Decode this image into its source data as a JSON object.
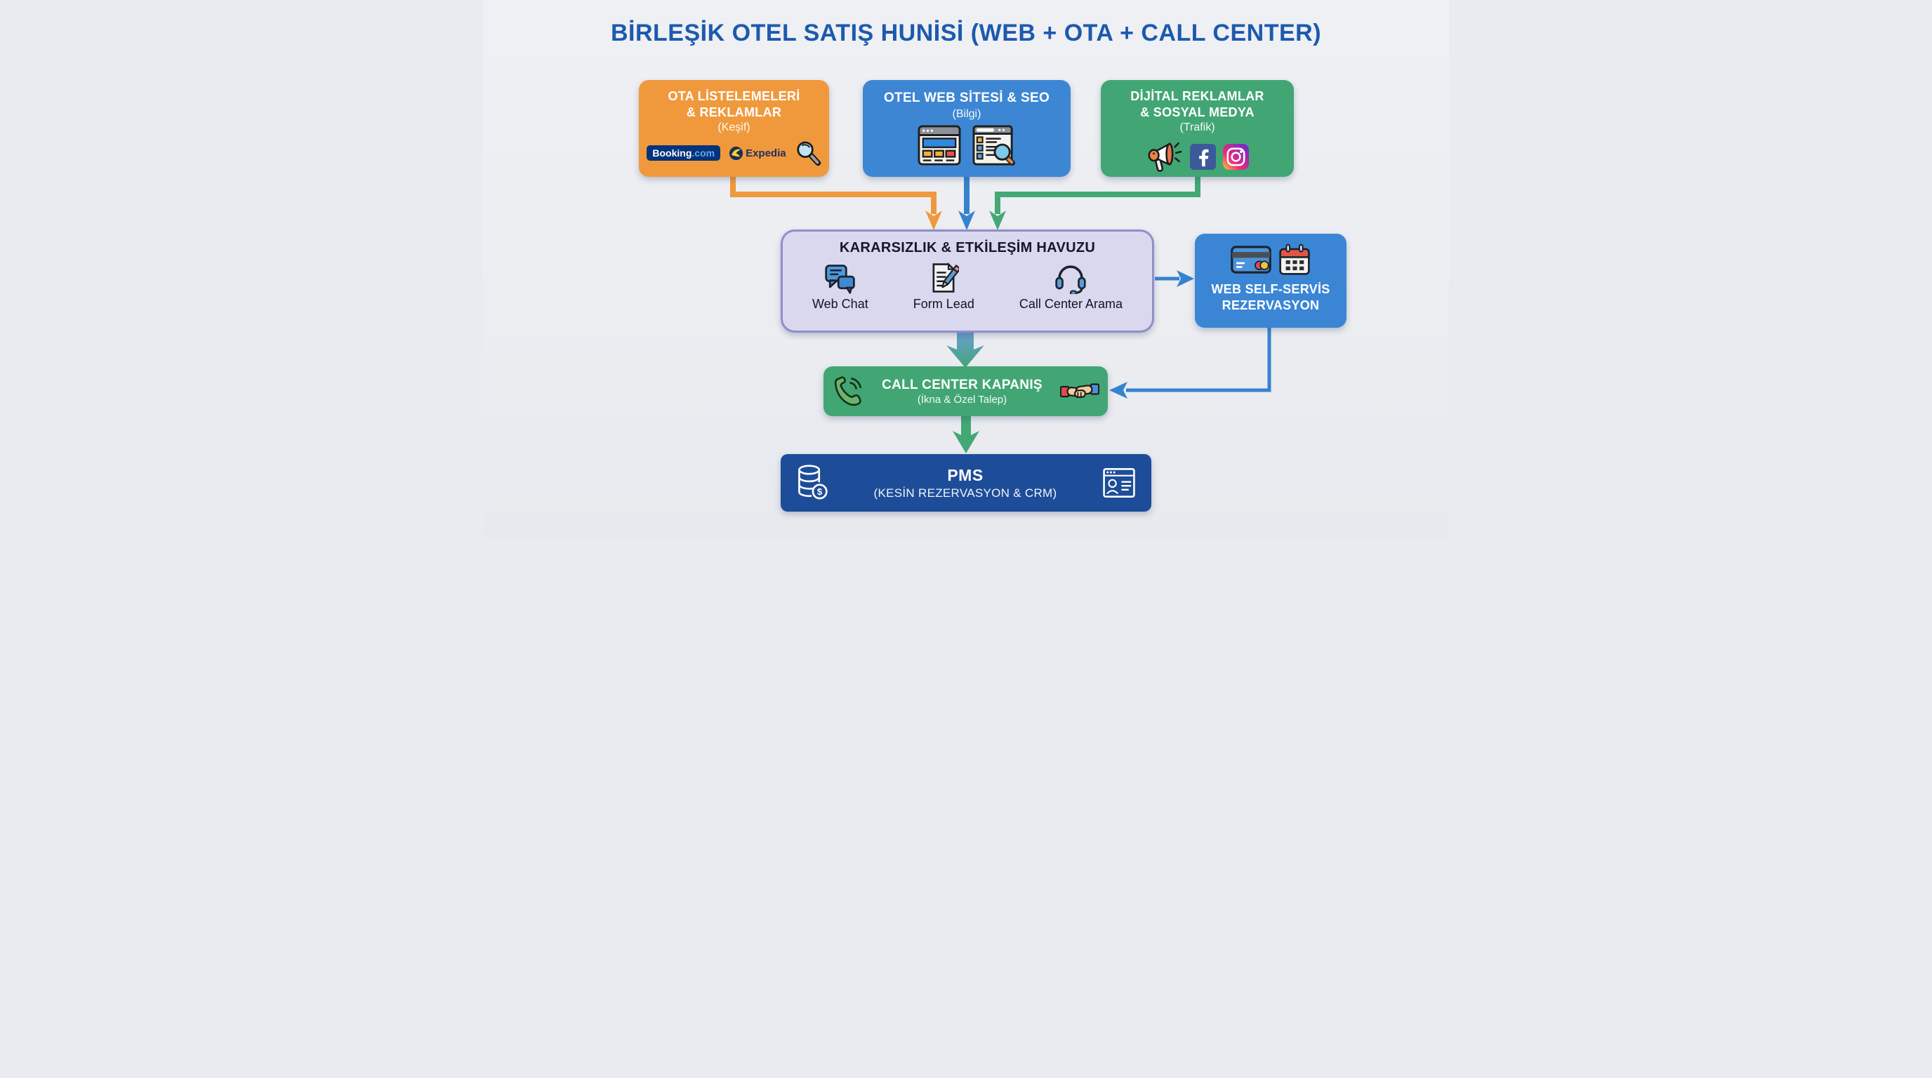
{
  "title": "BİRLEŞİK OTEL SATIŞ HUNİSİ (WEB + OTA + CALL CENTER)",
  "sources": {
    "ota": {
      "lines": [
        "OTA LİSTELEMELERİ",
        "& REKLAMLAR"
      ],
      "subtitle": "(Keşif)",
      "booking_text": "Booking",
      "booking_suffix": ".com",
      "expedia_text": "Expedia",
      "icons": [
        "booking-logo",
        "expedia-logo",
        "magnifier-icon"
      ]
    },
    "website": {
      "lines": [
        "OTEL WEB SİTESİ & SEO"
      ],
      "subtitle": "(Bilgi)",
      "icons": [
        "browser-icon",
        "seo-page-icon"
      ]
    },
    "ads": {
      "lines": [
        "DİJİTAL REKLAMLAR",
        "& SOSYAL MEDYA"
      ],
      "subtitle": "(Trafik)",
      "icons": [
        "megaphone-icon",
        "facebook-icon",
        "instagram-icon"
      ]
    }
  },
  "pool": {
    "title": "KARARSIZLIK & ETKİLEŞİM HAVUZU",
    "items": [
      {
        "label": "Web Chat",
        "icon": "chat-bubbles-icon"
      },
      {
        "label": "Form Lead",
        "icon": "form-pencil-icon"
      },
      {
        "label": "Call Center Arama",
        "icon": "headset-icon"
      }
    ]
  },
  "self_service": {
    "lines": [
      "WEB SELF-SERVİS",
      "REZERVASYON"
    ],
    "icons": [
      "credit-card-icon",
      "calendar-icon"
    ]
  },
  "call_center": {
    "title": "CALL CENTER KAPANIŞ",
    "subtitle": "(İkna & Özel Talep)",
    "icons": [
      "phone-icon",
      "handshake-icon"
    ]
  },
  "pms": {
    "title": "PMS",
    "subtitle": "(KESİN REZERVASYON & CRM)",
    "icons": [
      "database-icon",
      "crm-card-icon"
    ]
  },
  "colors": {
    "background": "#edeff3",
    "title": "#1d5aad",
    "ota_box": "#f0993c",
    "website_box": "#3d86d3",
    "ads_box": "#42a674",
    "pool_fill": "#d9d8ee",
    "pool_border": "#8f8fc9",
    "self_service_box": "#3b86d4",
    "call_center_box": "#42a674",
    "pms_box": "#1d4d99",
    "arrow_orange": "#f0993c",
    "arrow_blue": "#3583cf",
    "arrow_green": "#43a873"
  }
}
